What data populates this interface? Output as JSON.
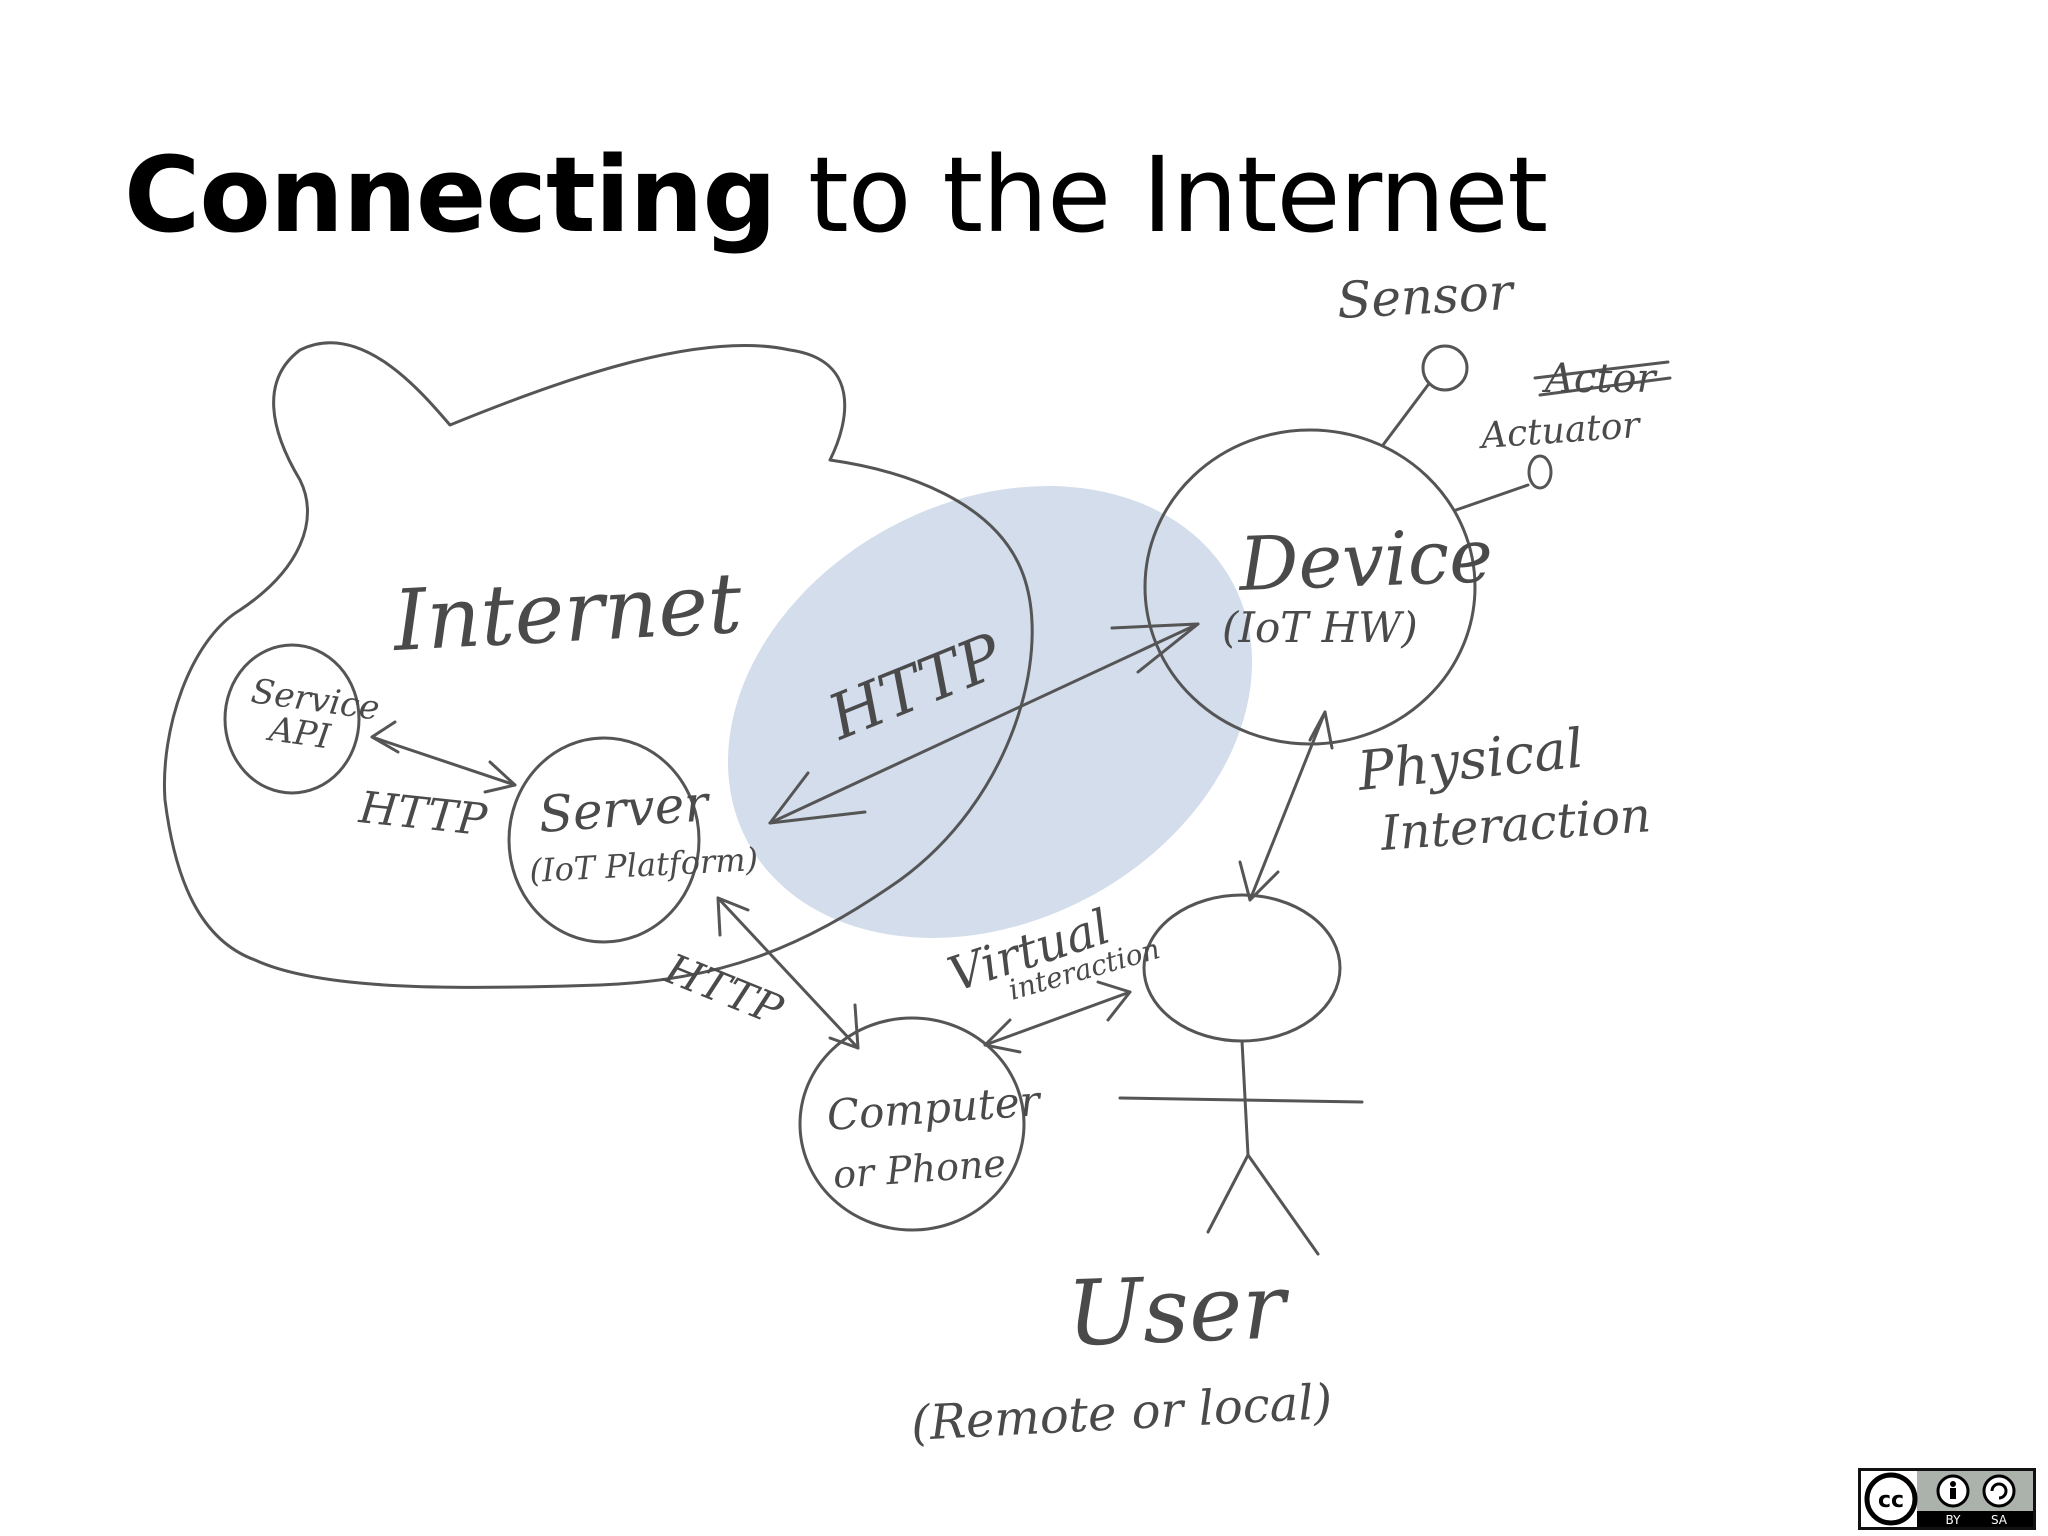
{
  "slide": {
    "title_bold": "Connecting",
    "title_rest": " to the Internet"
  },
  "diagram": {
    "labels": {
      "internet": "Internet",
      "service_api_line1": "Service",
      "service_api_line2": "API",
      "http_left": "HTTP",
      "server_line1": "Server",
      "server_line2": "(IoT Platform)",
      "http_center": "HTTP",
      "http_bottom": "HTTP",
      "device_line1": "Device",
      "device_line2": "(IoT HW)",
      "sensor": "Sensor",
      "actor_struck": "Actor",
      "actuator": "Actuator",
      "physical_line1": "Physical",
      "physical_line2": "Interaction",
      "virtual_line1": "Virtual",
      "virtual_line2": "interaction",
      "computer_line1": "Computer",
      "computer_line2": "or Phone",
      "user": "User",
      "user_sub": "(Remote or local)"
    },
    "colors": {
      "highlight": "#d3ddec",
      "ink": "#555555"
    }
  },
  "license_badge": {
    "icon": "creative-commons-by-sa-icon",
    "by": "BY",
    "sa": "SA"
  }
}
